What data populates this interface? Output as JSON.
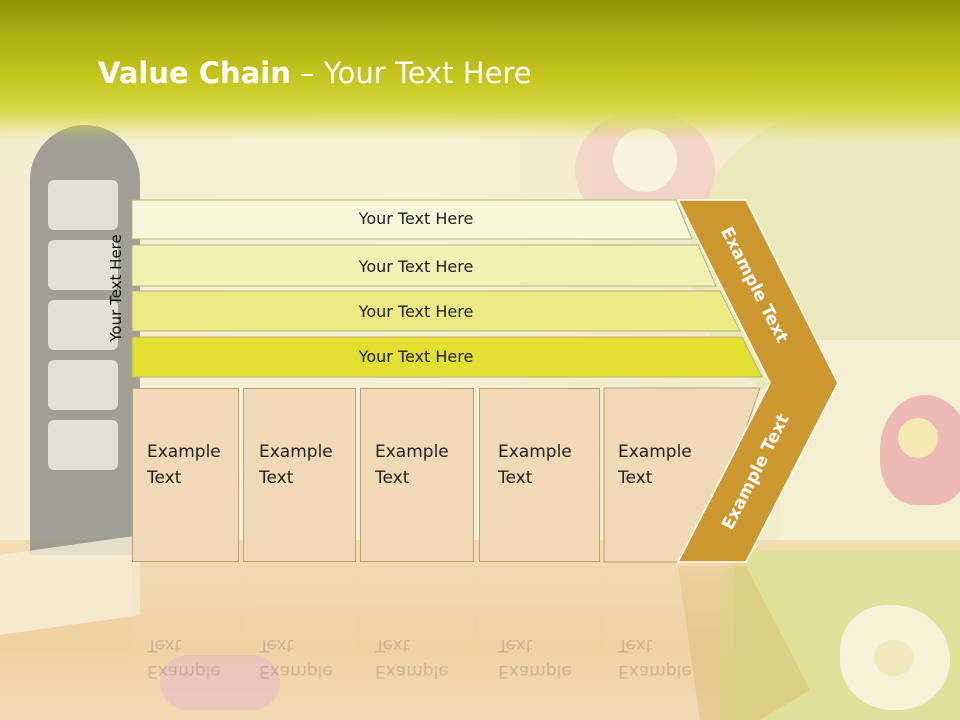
{
  "title": {
    "bold": "Value Chain",
    "rest": " – Your Text Here"
  },
  "vertical_label": "Your Text Here",
  "rows": [
    "Your Text Here",
    "Your Text Here",
    "Your Text Here",
    "Your Text Here"
  ],
  "boxes": [
    "Example\nText",
    "Example\nText",
    "Example\nText",
    "Example\nText",
    "Example\nText"
  ],
  "arrow_upper": "Example Text",
  "arrow_lower": "Example Text",
  "colors": {
    "row1": "#f6f6d8",
    "row2": "#f1f0b2",
    "row3": "#ebe983",
    "row4": "#e1df2f",
    "box": "#f0d9b5",
    "arrow": "#cd9730",
    "header": "#c4c51c"
  }
}
